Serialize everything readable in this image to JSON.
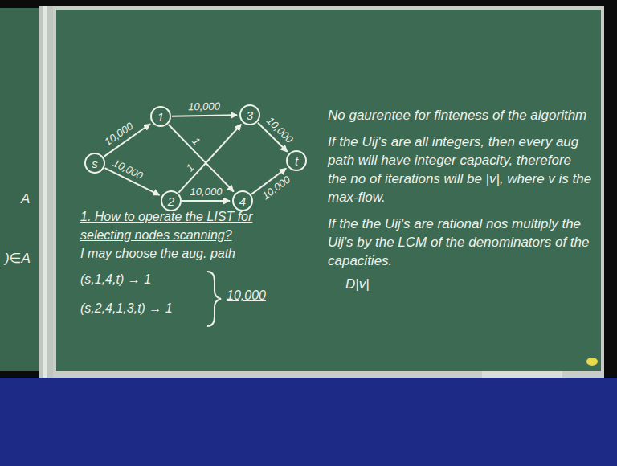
{
  "diagram": {
    "nodes": [
      {
        "text": [
          "s"
        ]
      },
      {
        "text": [
          "1"
        ]
      },
      {
        "text": [
          "2"
        ]
      },
      {
        "text": [
          "3"
        ]
      },
      {
        "text": [
          "4"
        ]
      },
      {
        "text": [
          "t"
        ]
      }
    ],
    "edges": [
      {
        "from": 0,
        "to": 1,
        "arrow": "to",
        "label": "10,000"
      },
      {
        "from": 0,
        "to": 2,
        "arrow": "to",
        "label": "10,000"
      },
      {
        "from": 1,
        "to": 3,
        "arrow": "to",
        "label": "10,000"
      },
      {
        "from": 1,
        "to": 4,
        "arrow": "to",
        "label": "1"
      },
      {
        "from": 2,
        "to": 3,
        "arrow": "to",
        "label": "1"
      },
      {
        "from": 2,
        "to": 4,
        "arrow": "to",
        "label": "10,000"
      },
      {
        "from": 3,
        "to": 5,
        "arrow": "to",
        "label": "10,000"
      },
      {
        "from": 4,
        "to": 5,
        "arrow": "to",
        "label": "10,000"
      }
    ],
    "labels": [
      "A",
      ")∈A",
      "1. How to operate the LIST for selecting nodes scanning?",
      "I may choose the aug. path",
      "(s,1,4,t) → 1",
      "(s,2,4,1,3,t) → 1",
      "10,000",
      "No gaurentee for finteness of the algorithm",
      "If the Uij's are all integers, then every aug path will have integer capacity, therefore the no of iterations will be |v|, where v is the max-flow.",
      "If the the Uij's are rational nos multiply the Uij's by the LCM of the denominators of the capacities.",
      "D|v|"
    ]
  }
}
